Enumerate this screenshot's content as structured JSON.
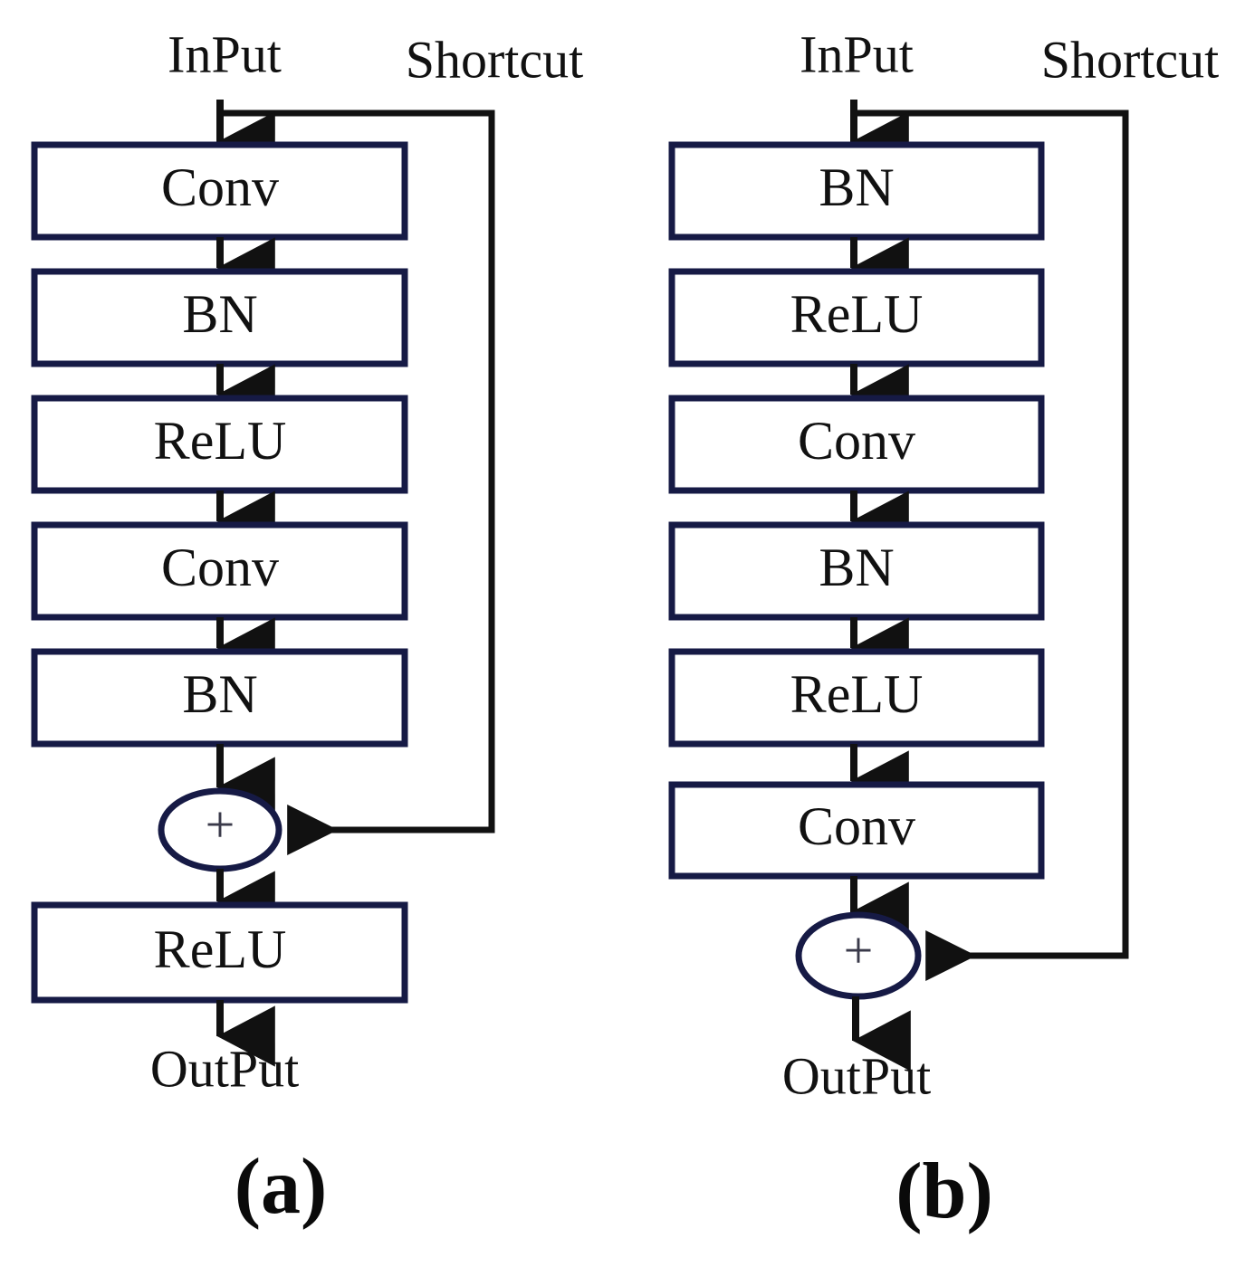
{
  "figure": {
    "type": "diagram",
    "description": "Two residual block variants drawn as vertical flowcharts with a shortcut connection",
    "colors": {
      "box_border": "#161a45",
      "arrow": "#111111",
      "text": "#111111",
      "background": "#ffffff"
    }
  },
  "panels": [
    {
      "id": "a",
      "caption": "(a)",
      "input_label": "InPut",
      "output_label": "OutPut",
      "shortcut_label": "Shortcut",
      "sum_symbol": "+",
      "blocks": [
        {
          "label": "Conv"
        },
        {
          "label": "BN"
        },
        {
          "label": "ReLU"
        },
        {
          "label": "Conv"
        },
        {
          "label": "BN"
        }
      ],
      "post_sum_blocks": [
        {
          "label": "ReLU"
        }
      ]
    },
    {
      "id": "b",
      "caption": "(b)",
      "input_label": "InPut",
      "output_label": "OutPut",
      "shortcut_label": "Shortcut",
      "sum_symbol": "+",
      "blocks": [
        {
          "label": "BN"
        },
        {
          "label": "ReLU"
        },
        {
          "label": "Conv"
        },
        {
          "label": "BN"
        },
        {
          "label": "ReLU"
        },
        {
          "label": "Conv"
        }
      ],
      "post_sum_blocks": []
    }
  ]
}
